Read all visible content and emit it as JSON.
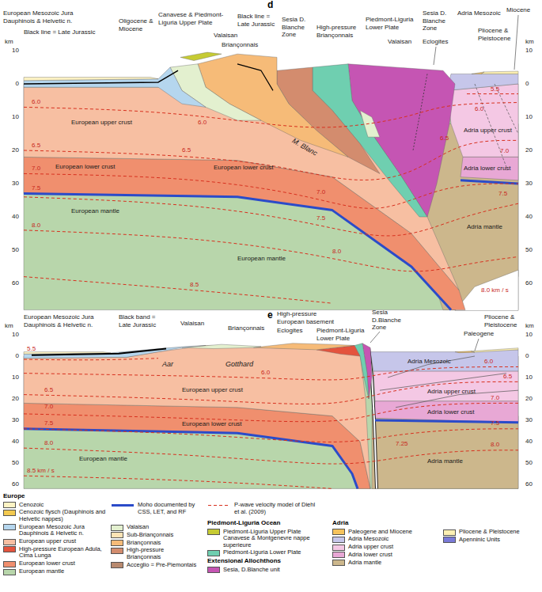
{
  "diagram": {
    "labels": [
      "d",
      "European Mesozoic Jura Dauphinois & Helvetic n.",
      "Black line = Late Jurassic",
      "Oligocene & Miocene",
      "Canavese & Piedmont-Liguria Upper Plate",
      "Black line = Late Jurassic",
      "Valaisan",
      "Briançonnais",
      "Sesia D. Blanche Zone",
      "High-pressure Briançonnais",
      "Piedmont-Liguria Lower Plate",
      "Valaisan",
      "Sesia D. Blanche Zone",
      "Adria Mesozoic",
      "Miocene",
      "Pliocene & Pleistocene",
      "Eclogites",
      "M. Blanc",
      "European upper crust",
      "European lower crust",
      "European mantle",
      "European lower crust",
      "European mantle",
      "Adria upper crust",
      "Adria lower crust",
      "Adria mantle",
      "6.0",
      "6.5",
      "7.0",
      "7.5",
      "8.0",
      "8.5",
      "6.0",
      "6.5",
      "7.0",
      "7.5",
      "8.0",
      "5.5",
      "6.0",
      "6.5",
      "7.0",
      "7.5",
      "8.0 km / s",
      "km",
      "10",
      "0",
      "10",
      "20",
      "30",
      "40",
      "50",
      "60",
      "km",
      "10",
      "0",
      "10",
      "20",
      "30",
      "40",
      "50",
      "60",
      "e",
      "European Mesozoic Jura Dauphinois & Helvetic n.",
      "Black band = Late Jurassic",
      "Valaisan",
      "High-pressure European basement",
      "Sesia D.Blanche Zone",
      "Briançonnais",
      "Piedmont-Liguria Lower Plate",
      "Eclogites",
      "Pliocene & Pleistocene",
      "Paleogene",
      "Aar",
      "Gotthard",
      "European upper crust",
      "European lower crust",
      "European mantle",
      "Adria Mesozoic",
      "Adria upper crust",
      "Adria lower crust",
      "Adria mantle",
      "5.5",
      "6.0",
      "6.5",
      "7.0",
      "7.5",
      "8.0",
      "8.5 km / s",
      "6.0",
      "6.5",
      "7.25",
      "7.0",
      "7.5",
      "8.0",
      "km",
      "10",
      "0",
      "10",
      "20",
      "30",
      "40",
      "50",
      "60",
      "km",
      "10",
      "0",
      "10",
      "20",
      "30",
      "40",
      "50",
      "60",
      "Europe",
      "Piedmont-Liguria Ocean",
      "Extensional Allochthons",
      "Adria"
    ],
    "legend": [
      {
        "text": "Cenozoic",
        "color": "#fdf3c4"
      },
      {
        "text": "Cenozoic flysch (Dauphinois and Helvetic nappes)",
        "color": "#f3c94f"
      },
      {
        "text": "European Mesozoic Jura Dauphinois & Helvetic n.",
        "color": "#b5d6ee"
      },
      {
        "text": "European upper crust",
        "color": "#f7bfa2"
      },
      {
        "text": "High-pressure European Adula, Cima Lunga",
        "color": "#e4533d"
      },
      {
        "text": "European lower crust",
        "color": "#f08f6e"
      },
      {
        "text": "European mantle",
        "color": "#b8d6ab"
      },
      {
        "text": "Moho documented by CSS, LET, and RF"
      },
      {
        "text": "P-wave velocity model of Diehl et al. (2009)"
      },
      {
        "text": "Valaisan",
        "color": "#e3f0cf"
      },
      {
        "text": "Sub-Briançonnais",
        "color": "#fde3b5"
      },
      {
        "text": "Briançonnais",
        "color": "#f6bb78"
      },
      {
        "text": "High-pressure Briançonnais",
        "color": "#d38c6e"
      },
      {
        "text": "Acceglio = Pre-Piemontais",
        "color": "#b88a6f"
      },
      {
        "text": "Piedmont-Liguria Upper Plate Canavese & Montgenevre nappe superieure",
        "color": "#c6cb33"
      },
      {
        "text": "Piedmont-Liguria Lower Plate",
        "color": "#6fcfb0"
      },
      {
        "text": "Sesia, D.Blanche unit",
        "color": "#c555b3"
      },
      {
        "text": "Paleogene and Miocene",
        "color": "#f5c35c"
      },
      {
        "text": "Adria Mesozoic",
        "color": "#c6c6ea"
      },
      {
        "text": "Adria upper crust",
        "color": "#f4c8e4"
      },
      {
        "text": "Adria lower crust",
        "color": "#e8a8d5"
      },
      {
        "text": "Adria mantle",
        "color": "#ccb78c"
      },
      {
        "text": "Pliocene & Pleistocene",
        "color": "#fdf0b2"
      },
      {
        "text": "Apenninic Units",
        "color": "#7a7ad8"
      }
    ]
  }
}
